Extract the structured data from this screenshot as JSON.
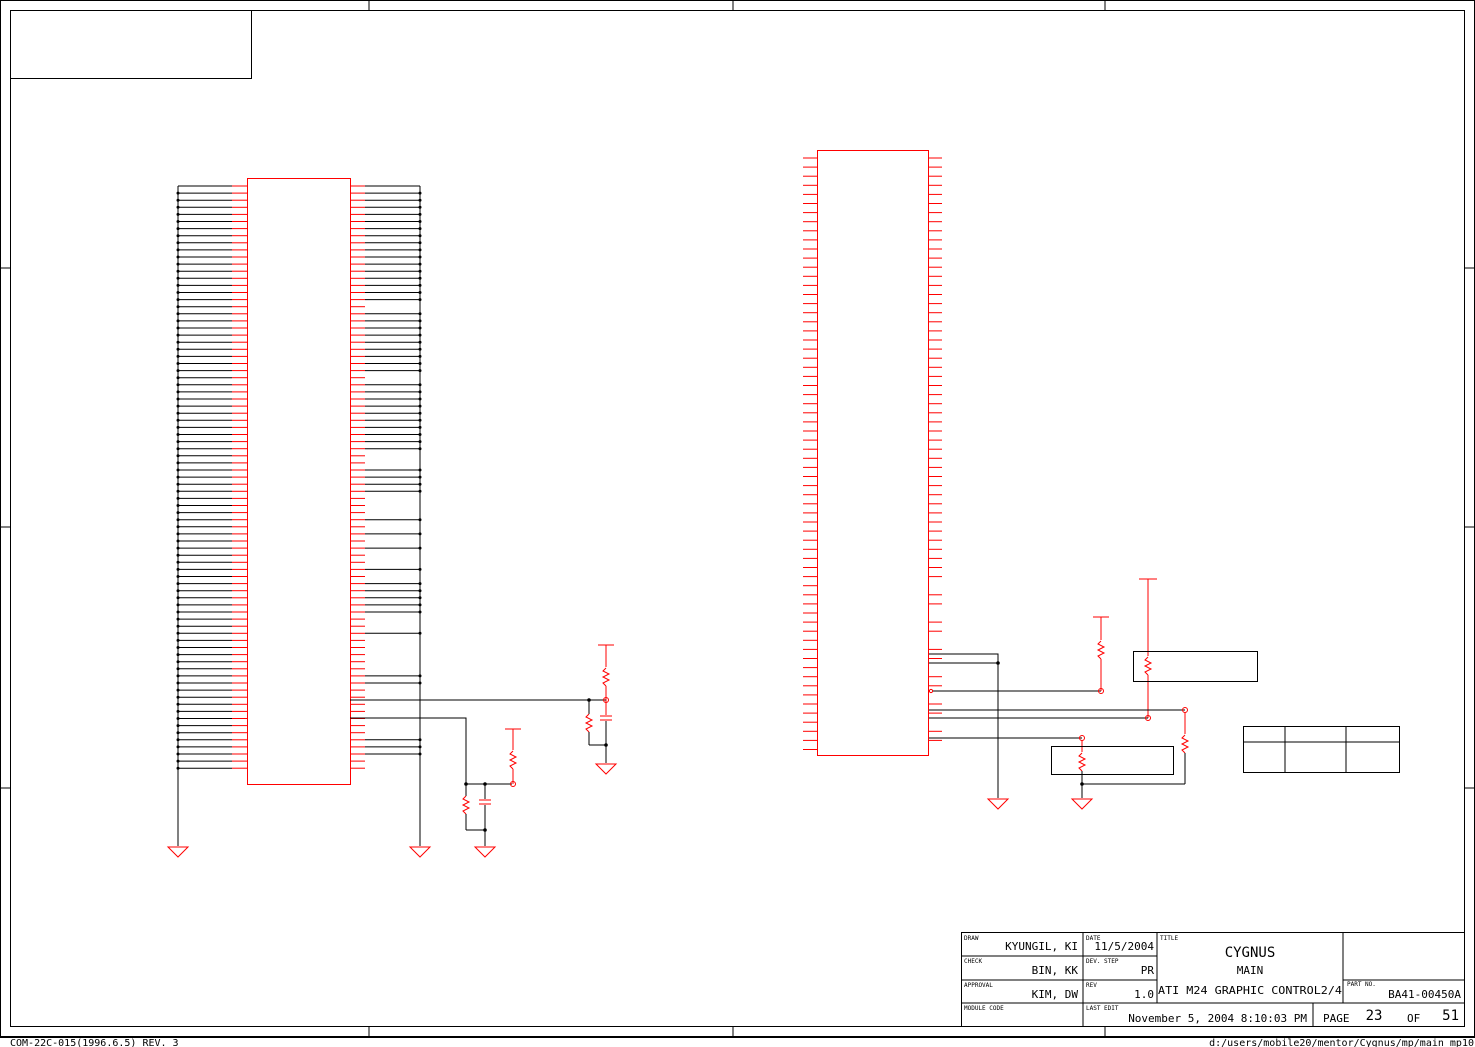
{
  "title_block": {
    "draw_label": "DRAW",
    "draw_value": "KYUNGIL, KI",
    "check_label": "CHECK",
    "check_value": "BIN, KK",
    "approval_label": "APPROVAL",
    "approval_value": "KIM, DW",
    "module_code_label": "MODULE CODE",
    "date_label": "DATE",
    "date_value": "11/5/2004",
    "dev_step_label": "DEV. STEP",
    "dev_step_value": "PR",
    "rev_label": "REV",
    "rev_value": "1.0",
    "last_edit_label": "LAST EDIT",
    "last_edit_value": "November 5, 2004  8:10:03 PM",
    "title_label": "TITLE",
    "title_line1": "CYGNUS",
    "title_line2": "MAIN",
    "title_line3": "ATI M24 GRAPHIC CONTROL2/4",
    "part_no_label": "PART NO.",
    "part_no_value": "BA41-00450A",
    "page_label": "PAGE",
    "page_value": "23",
    "of_label": "OF",
    "of_value": "51"
  },
  "footer": {
    "form_code": "COM-22C-015(1996.6.5) REV. 3",
    "file_path": "d:/users/mobile20/mentor/Cygnus/mp/main_mp10"
  },
  "colors": {
    "component": "#ff0000",
    "wire": "#000000",
    "frame": "#000000"
  }
}
